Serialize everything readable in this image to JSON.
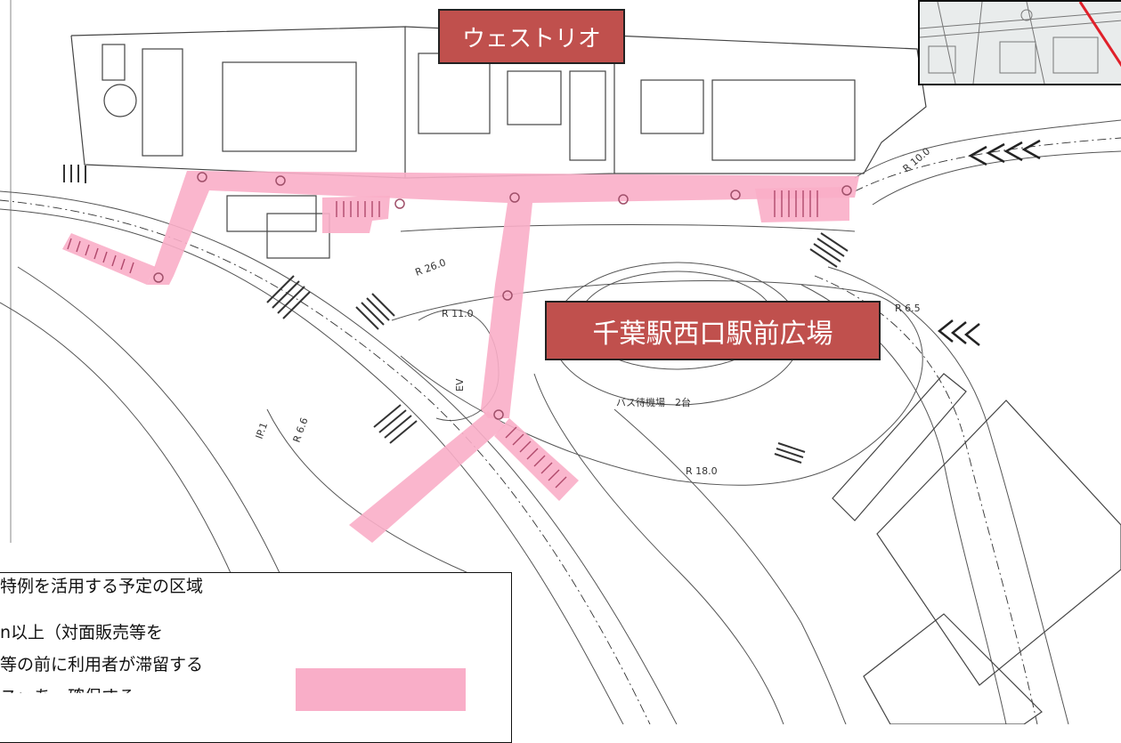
{
  "map": {
    "labels": {
      "west_trio": "ウェストリオ",
      "west_plaza": "千葉駅西口駅前広場"
    },
    "drawing_annotations": {
      "r_26": "R 26.0",
      "r_11": "R 11.0",
      "r_18": "R 18.0",
      "r_10": "R 10.0",
      "r_65": "R 6.5",
      "r_66": "R 6.6",
      "bus_wait": "バス待機場　2台",
      "ev": "EV",
      "ip": "IP.1"
    },
    "legend": {
      "line1": "特例を活用する予定の区域",
      "line2": "n以上（対面販売等を",
      "line3": "等の前に利用者が滞留する",
      "line4": "スぃあ…確保する"
    },
    "colors": {
      "highlight": "#f9aec8",
      "label_bg": "#c0504d",
      "line": "#555555"
    }
  }
}
